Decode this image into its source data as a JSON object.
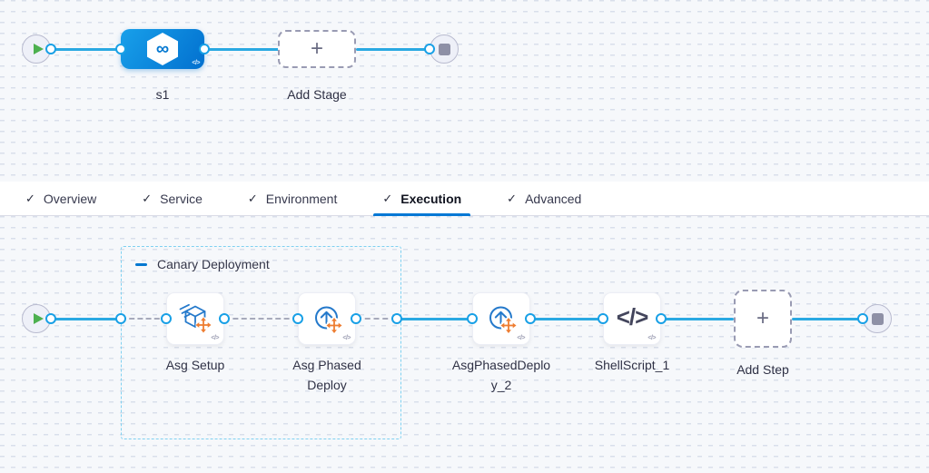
{
  "glyphs": {
    "check": "✓",
    "plus": "+",
    "infinity": "∞",
    "code": "</>"
  },
  "top_pipeline": {
    "stage": {
      "label": "s1",
      "icon": "cd-stage-infinity-icon"
    },
    "add_stage_label": "Add Stage",
    "start_icon": "play-icon",
    "end_icon": "stop-icon"
  },
  "tabs": [
    {
      "label": "Overview",
      "checked": true,
      "active": false
    },
    {
      "label": "Service",
      "checked": true,
      "active": false
    },
    {
      "label": "Environment",
      "checked": true,
      "active": false
    },
    {
      "label": "Execution",
      "checked": true,
      "active": true
    },
    {
      "label": "Advanced",
      "checked": true,
      "active": false
    }
  ],
  "execution": {
    "group_label": "Canary Deployment",
    "steps": [
      {
        "label": "Asg Setup",
        "icon": "asg-setup-icon"
      },
      {
        "label": "Asg Phased Deploy",
        "icon": "asg-phased-deploy-icon"
      },
      {
        "label": "AsgPhasedDeploy_2",
        "icon": "asg-phased-deploy-icon"
      },
      {
        "label": "ShellScript_1",
        "icon": "shell-script-icon"
      }
    ],
    "add_step_label": "Add Step"
  },
  "colors": {
    "accent": "#0278d5",
    "connector": "#2aa9e2",
    "dashed_connector": "#a7aabb",
    "group_border": "#7fd1f1",
    "icon_blue": "#2479cb",
    "move_arrows_orange": "#ee7d31",
    "canvas_bg": "#f6f8fb",
    "start_green": "#4db04f",
    "end_square_gray": "#8e90a6"
  }
}
